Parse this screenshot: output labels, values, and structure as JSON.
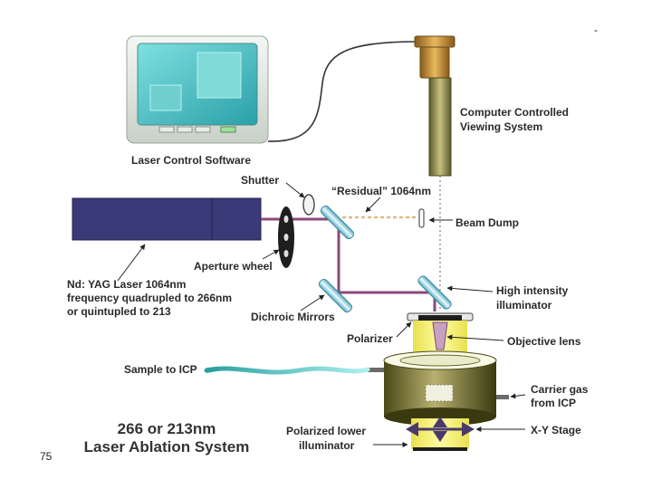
{
  "labels": {
    "laser_control_software": "Laser Control Software",
    "computer_viewing_line1": "Computer Controlled",
    "computer_viewing_line2": "Viewing System",
    "shutter": "Shutter",
    "residual": "“Residual” 1064nm",
    "beam_dump": "Beam Dump",
    "aperture_wheel": "Aperture wheel",
    "ndyag_line1": "Nd: YAG Laser 1064nm",
    "ndyag_line2": "frequency quadrupled to 266nm",
    "ndyag_line3": "or quintupled to 213",
    "dichroic_mirrors": "Dichroic Mirrors",
    "high_intensity_line1": "High intensity",
    "high_intensity_line2": "illuminator",
    "polarizer": "Polarizer",
    "objective_lens": "Objective lens",
    "sample_to_icp": "Sample to ICP",
    "carrier_gas_line1": "Carrier gas",
    "carrier_gas_line2": "from ICP",
    "polarized_lower_line1": "Polarized lower",
    "polarized_lower_line2": "illuminator",
    "xy_stage": "X-Y Stage"
  },
  "title": {
    "line1": "266 or 213nm",
    "line2": "Laser Ablation System"
  },
  "page_number": "75",
  "corner_mark": "-",
  "colors": {
    "laser_body": "#3a3a78",
    "beam_path": "#8a4a78",
    "monitor_screen": "#4fc6c6",
    "mirror": "#9fd6e0",
    "illumination": "#f4ee6a",
    "chamber": "#8a8a3a",
    "arrow": "#4a3a6a"
  }
}
